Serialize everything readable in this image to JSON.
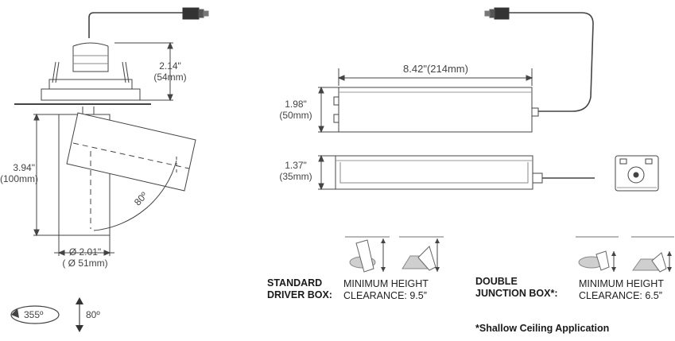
{
  "downlight": {
    "housing_height": [
      "2.14\"",
      "(54mm)"
    ],
    "trim_height": [
      "3.94\"",
      "(100mm)"
    ],
    "diameter": [
      "Ø 2.01\"",
      "( Ø 51mm)"
    ],
    "tilt_arc": "80º"
  },
  "rotation": {
    "rotate": "355º",
    "tilt": "80º"
  },
  "driver": {
    "length": "8.42\"(214mm)",
    "height_top": [
      "1.98\"",
      "(50mm)"
    ],
    "height_side": [
      "1.37\"",
      "(35mm)"
    ]
  },
  "clearance": {
    "standard": {
      "label": [
        "STANDARD",
        "DRIVER BOX:"
      ],
      "text": [
        "MINIMUM HEIGHT",
        "CLEARANCE: 9.5”"
      ]
    },
    "double": {
      "label": [
        "DOUBLE",
        "JUNCTION BOX*:"
      ],
      "text": [
        "MINIMUM HEIGHT",
        "CLEARANCE: 6.5”"
      ]
    },
    "footnote": "*Shallow Ceiling Application"
  },
  "colors": {
    "line": "#444444",
    "mark": "#b8b8b8",
    "ink": "#1a1a1a"
  }
}
